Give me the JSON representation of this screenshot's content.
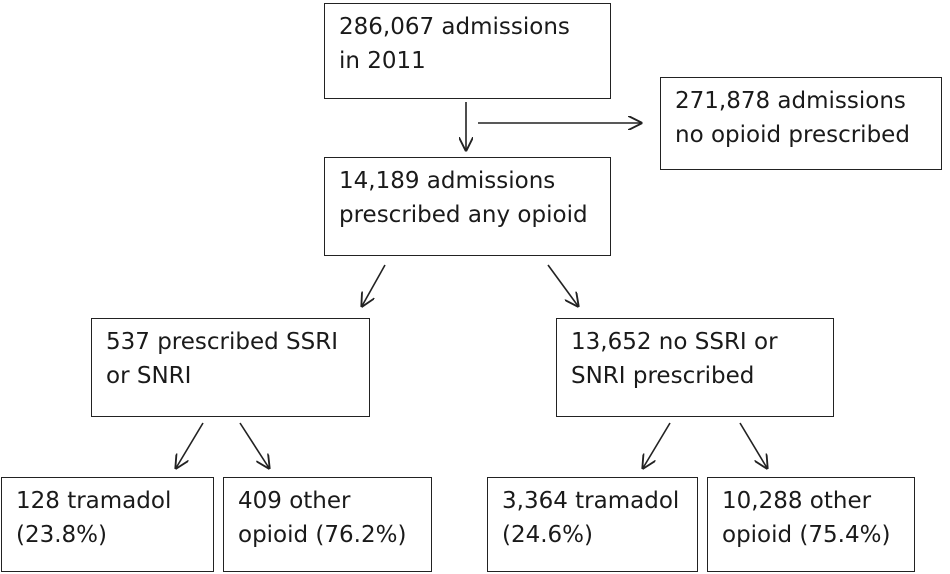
{
  "flow": {
    "total": {
      "line1": "286,067 admissions",
      "line2": "in 2011"
    },
    "excluded": {
      "line1": "271,878 admissions",
      "line2": "no opioid prescribed"
    },
    "opioid": {
      "line1": "14,189 admissions",
      "line2": "prescribed any opioid"
    },
    "ssri": {
      "line1": "537 prescribed SSRI",
      "line2": "or SNRI"
    },
    "no_ssri": {
      "line1": "13,652 no SSRI or",
      "line2": "SNRI prescribed"
    },
    "ssri_tramadol": {
      "line1": "128 tramadol",
      "line2": "(23.8%)"
    },
    "ssri_other": {
      "line1": "409 other",
      "line2": "opioid (76.2%)"
    },
    "nossri_tramadol": {
      "line1": "3,364 tramadol",
      "line2": "(24.6%)"
    },
    "nossri_other": {
      "line1": "10,288 other",
      "line2": "opioid (75.4%)"
    }
  }
}
